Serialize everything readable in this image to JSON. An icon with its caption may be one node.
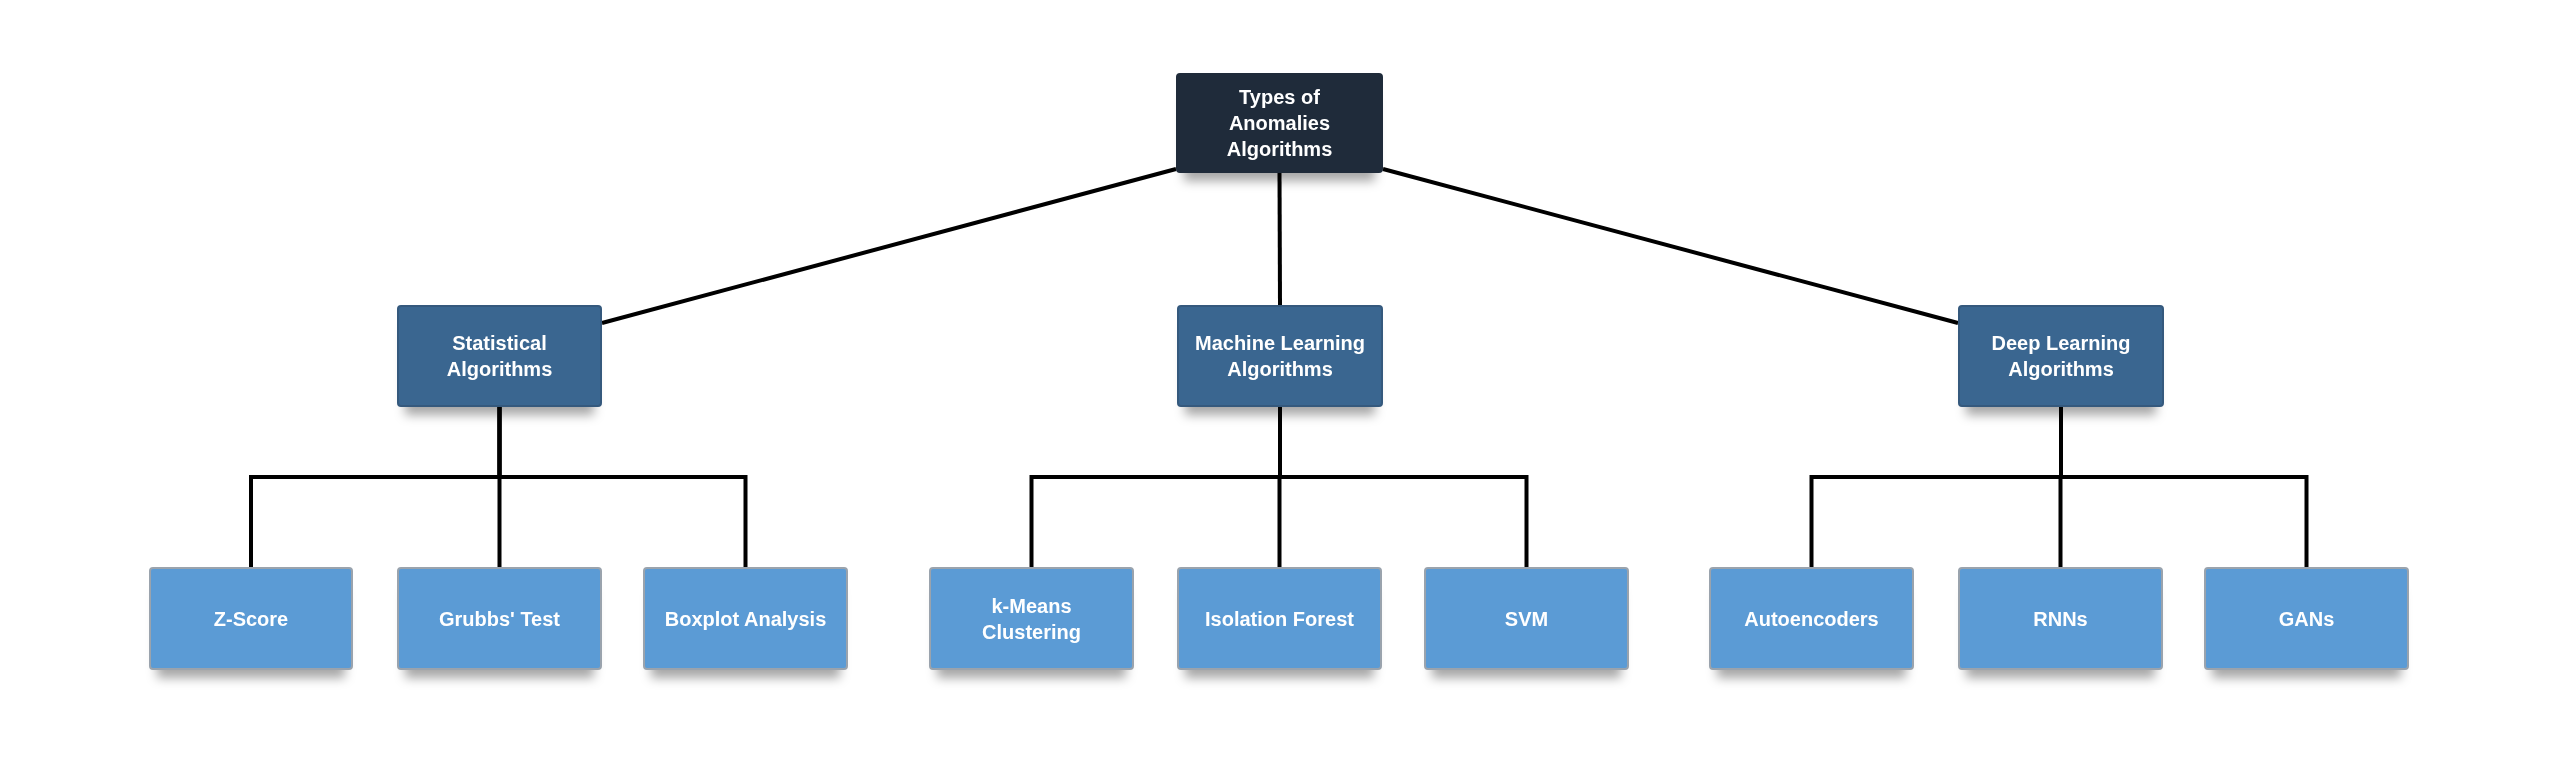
{
  "diagram": {
    "nodes": [
      {
        "text": [
          "Types of Anomalies Algorithms"
        ]
      },
      {
        "text": [
          "Statistical Algorithms"
        ]
      },
      {
        "text": [
          "Machine Learning Algorithms"
        ]
      },
      {
        "text": [
          "Deep Learning Algorithms"
        ]
      },
      {
        "text": [
          "Z-Score"
        ]
      },
      {
        "text": [
          "Grubbs' Test"
        ]
      },
      {
        "text": [
          "Boxplot Analysis"
        ]
      },
      {
        "text": [
          "k-Means Clustering"
        ]
      },
      {
        "text": [
          "Isolation Forest"
        ]
      },
      {
        "text": [
          "SVM"
        ]
      },
      {
        "text": [
          "Autoencoders"
        ]
      },
      {
        "text": [
          "RNNs"
        ]
      },
      {
        "text": [
          "GANs"
        ]
      }
    ],
    "edges": [
      {
        "from": 0,
        "to": 1,
        "arrow": "none"
      },
      {
        "from": 0,
        "to": 2,
        "arrow": "none"
      },
      {
        "from": 0,
        "to": 3,
        "arrow": "none"
      },
      {
        "from": 1,
        "to": 4,
        "arrow": "none"
      },
      {
        "from": 1,
        "to": 5,
        "arrow": "none"
      },
      {
        "from": 1,
        "to": 6,
        "arrow": "none"
      },
      {
        "from": 2,
        "to": 7,
        "arrow": "none"
      },
      {
        "from": 2,
        "to": 8,
        "arrow": "none"
      },
      {
        "from": 2,
        "to": 9,
        "arrow": "none"
      },
      {
        "from": 3,
        "to": 10,
        "arrow": "none"
      },
      {
        "from": 3,
        "to": 11,
        "arrow": "none"
      },
      {
        "from": 3,
        "to": 12,
        "arrow": "none"
      }
    ]
  }
}
